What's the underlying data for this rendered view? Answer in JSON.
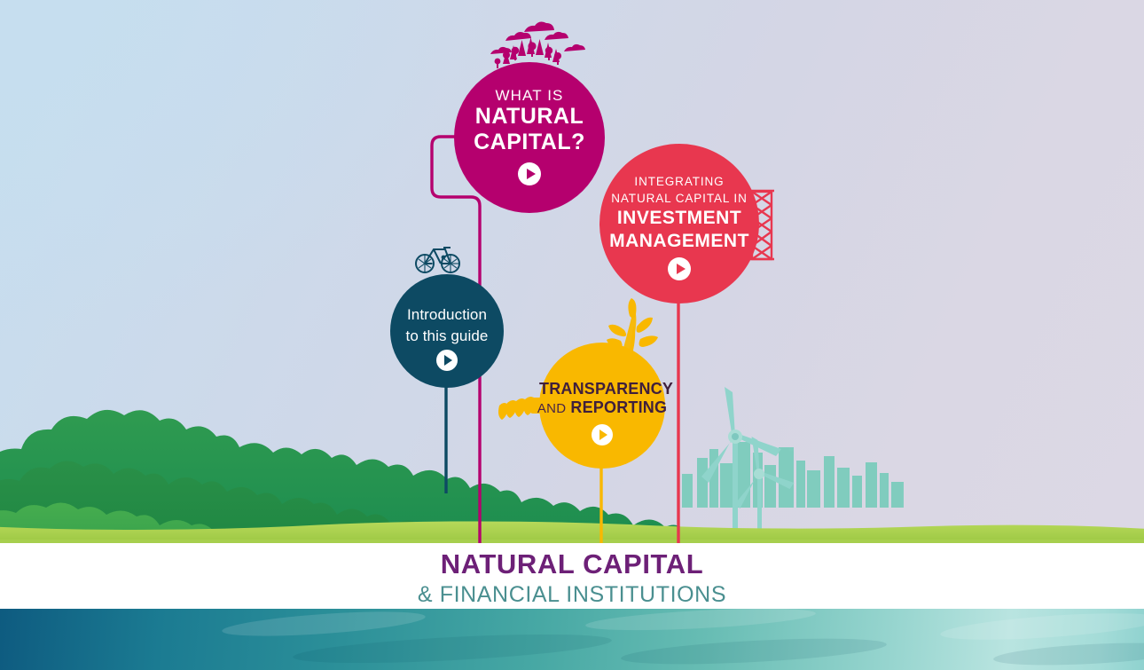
{
  "brand": {
    "main": "NATURAL CAPITAL",
    "sub": "& FINANCIAL INSTITUTIONS",
    "main_color": "#6d2077",
    "sub_color": "#4a8f90"
  },
  "nodes": [
    {
      "id": "what-is-natural-capital",
      "line1": "WHAT IS",
      "line2": "NATURAL",
      "line3": "CAPITAL?",
      "color": "#b5006e",
      "text_color": "#ffffff",
      "play_label": "Play",
      "topper_icon": "trees-and-clouds-icon"
    },
    {
      "id": "investment-management",
      "line1": "INTEGRATING",
      "line2": "NATURAL CAPITAL IN",
      "line3": "INVESTMENT",
      "line4": "MANAGEMENT",
      "color": "#e8374f",
      "text_color": "#ffffff",
      "play_label": "Play",
      "side_icon": "lattice-tower-icon"
    },
    {
      "id": "introduction-to-this-guide",
      "line1": "Introduction",
      "line2": "to this guide",
      "color": "#0d4a63",
      "text_color": "#ffffff",
      "play_label": "Play",
      "topper_icon": "bicycle-icon"
    },
    {
      "id": "transparency-and-reporting",
      "line1": "TRANSPARENCY",
      "line2": "AND",
      "line3": "REPORTING",
      "color": "#f9b800",
      "text_color": "#4a2545",
      "play_label": "Play",
      "topper_icon": "sprout-icon",
      "side_icon": "wheat-icon"
    }
  ],
  "scene": {
    "sky_top_left": "#c6deef",
    "sky_bottom_right": "#dcd8e5",
    "foliage_dark": "#1f7a3d",
    "foliage_mid": "#2d9147",
    "foliage_light": "#56b04f",
    "grass": "#a7cf4e",
    "skyline_color": "#76c6b8",
    "turbine_color": "#8fd4cb",
    "water_left": "#0e5b80",
    "water_right": "#8fd2cf",
    "icons": [
      "city-skyline-icon",
      "wind-turbine-icon",
      "wind-turbine-icon",
      "foliage-icon"
    ]
  },
  "connectors": [
    {
      "id": "connector-what-is",
      "color": "#b5006e"
    },
    {
      "id": "connector-investment",
      "color": "#e8374f"
    },
    {
      "id": "connector-introduction",
      "color": "#0d4a63"
    },
    {
      "id": "connector-transparency",
      "color": "#f9b800"
    }
  ]
}
